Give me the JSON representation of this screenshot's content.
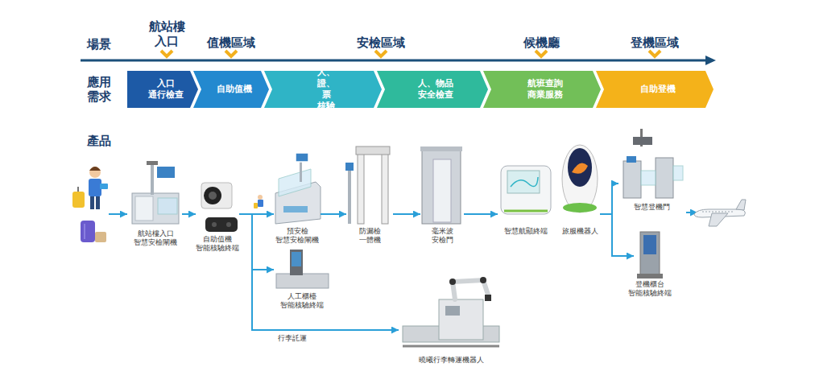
{
  "diagram": {
    "nodes": [
      {
        "text": [
          "入口 通行檢查"
        ]
      },
      {
        "text": [
          "自助值機"
        ]
      },
      {
        "text": [
          "人、證、票 核驗"
        ]
      },
      {
        "text": [
          "人、物品 安全檢查"
        ]
      },
      {
        "text": [
          "航班查詢 商業服務"
        ]
      },
      {
        "text": [
          "自助登機"
        ]
      },
      {
        "text": [
          "航站樓入口 智慧安檢閘機"
        ]
      },
      {
        "text": [
          "自助值機 智能核驗終端"
        ]
      },
      {
        "text": [
          "預安檢 智慧安檢閘機"
        ]
      },
      {
        "text": [
          "人工櫃檯 智能核驗終端"
        ]
      },
      {
        "text": [
          "防漏檢 一體機"
        ]
      },
      {
        "text": [
          "毫米波 安檢門"
        ]
      },
      {
        "text": [
          "智慧航顯終端"
        ]
      },
      {
        "text": [
          "旅服機器人"
        ]
      },
      {
        "text": [
          "智慧登機門"
        ]
      },
      {
        "text": [
          "登機櫃台 智能核驗終端"
        ]
      },
      {
        "text": [
          "曉曦行李轉運機器人"
        ]
      }
    ],
    "edges": [
      {
        "from": 6,
        "to": 7,
        "arrow": "to"
      },
      {
        "from": 7,
        "to": 8,
        "arrow": "to"
      },
      {
        "from": 7,
        "to": 9,
        "arrow": "to"
      },
      {
        "from": 7,
        "to": 16,
        "label": "行李託運",
        "arrow": "to"
      },
      {
        "from": 8,
        "to": 10,
        "arrow": "to"
      },
      {
        "from": 10,
        "to": 11,
        "arrow": "to"
      },
      {
        "from": 11,
        "to": 12,
        "arrow": "to"
      },
      {
        "from": 13,
        "to": 14,
        "arrow": "to"
      },
      {
        "from": 13,
        "to": 15,
        "arrow": "to"
      }
    ],
    "labels": [
      "場景",
      "航站樓 入口",
      "值機區域",
      "安檢區域",
      "候機廳",
      "登機區域",
      "應用 需求",
      "產品"
    ]
  }
}
